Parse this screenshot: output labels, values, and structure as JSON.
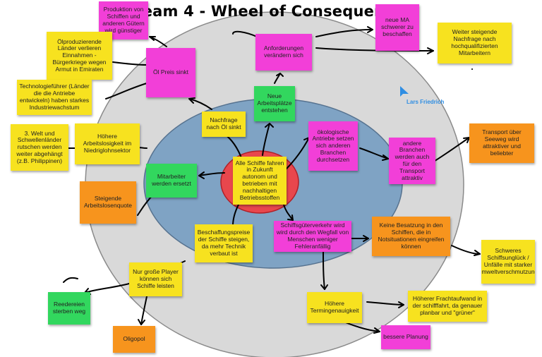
{
  "title": "Team 4 - Wheel of Consequences",
  "collaborator": "Lars Friedrich",
  "colors": {
    "yellow": "#f7e21f",
    "pink": "#f23fd8",
    "green": "#32d75e",
    "orange": "#f7941d",
    "outer_ring": "#d9d9d9",
    "inner_ring": "#7fa3c4",
    "center": "#e8474d"
  },
  "notes": {
    "center": "Alle Schiffe fahren in Zukunft autonom und betrieben mit nachhaltigen Betriebsstoffen",
    "nachfrage_oel": "Nachfrage nach Öl sinkt",
    "arbeitsplaetze": "Neue Arbeitsplätze entstehen",
    "oekologische": "ökologische Antriebe setzen sich anderen Branchen durchsetzen",
    "mitarbeiter_ersetzt": "Mitarbeiter werden ersetzt",
    "beschaffung": "Beschaffungspreise der Schiffe steigen, da mehr Technik verbaut ist",
    "gueterverkehr": "Schiffsgüterverkehr wird wird durch den Wegfall von Menschen weniger Fehleranfällig",
    "oelpreis": "Öl Preis sinkt",
    "anforderungen": "Anforderungen verändern sich",
    "andere_branchen": "andere Branchen werden auch für den Transport attraktiv",
    "arbeitslosigkeit": "Höhere Arbeitslosigkeit im Niedriglohnsektor",
    "arbeitslosenquote": "Steigende Arbeitslosenquote",
    "grosse_player": "Nur große Player können sich Schiffe leisten",
    "keine_besatzung": "Keine Besatzung in den Schiffen, die in Notsituationen eingreifen können",
    "termingenauigkeit": "Höhere Termingenauigkeit",
    "produktion": "Produktion von Schiffen und anderen Gütern wird günstiger",
    "oelproduzierende": "Ölproduzierende Länder verlieren Einnahmen - Bürgerkriege wegen Armut in Emiraten",
    "technologiefuehrer": "Technologieführer (Länder die die Antriebe entwickeln) haben starkes Industriewachstum",
    "dritte_welt": "3. Welt und Schwellenländer rutschen werden weiter abgehängt (z.B. Philippinen)",
    "neue_ma": "neue MA schwerer zu beschaffen",
    "nachfrage_hoch": "Weiter steigende Nachfrage nach hochqualifizierten Mitarbeitern",
    "transport_seeweg": "Transport über Seeweg wird attraktiver und beliebter",
    "schiffsunglueck": "Schweres Schiffsunglück / Unfälle mit starker umweltverschmutzung",
    "reedereien": "Reedereien sterben weg",
    "oligopol": "Oligopol",
    "frachtaufwand": "Höherer Frachtaufwand in der schifffahrt, da genauer planbar und \"grüner\"",
    "planung": "bessere Planung"
  }
}
